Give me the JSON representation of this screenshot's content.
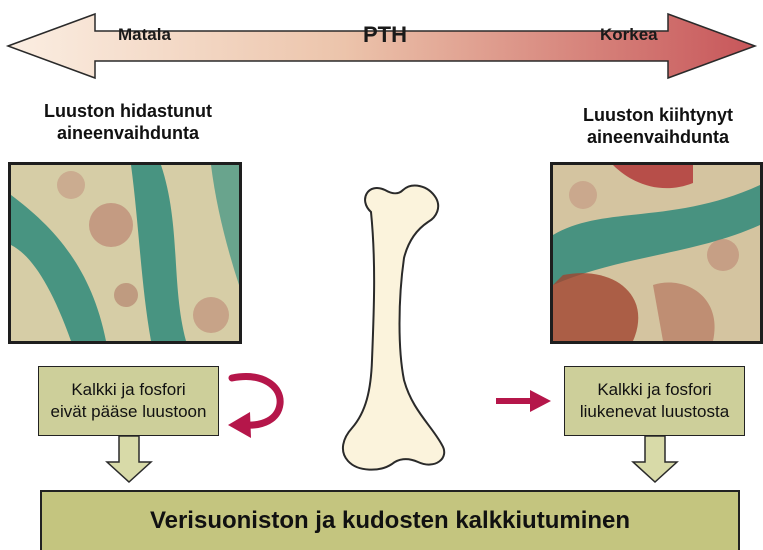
{
  "arrow": {
    "left_label": "Matala",
    "center_label": "PTH",
    "right_label": "Korkea"
  },
  "left": {
    "heading_line1": "Luuston hidastunut",
    "heading_line2": "aineenvaihdunta",
    "box_line1": "Kalkki ja fosfori",
    "box_line2": "eivät pääse luustoon"
  },
  "right": {
    "heading_line1": "Luuston kiihtynyt",
    "heading_line2": "aineenvaihdunta",
    "box_line1": "Kalkki ja fosfori",
    "box_line2": "liukenevat luustosta"
  },
  "banner": {
    "text": "Verisuoniston ja kudosten kalkkiutuminen"
  },
  "colors": {
    "arrow_light": "#f6e4d4",
    "arrow_dark": "#c7565a",
    "box_fill": "#cdcf9a",
    "banner_fill": "#c4c57f",
    "red_arrow": "#b5164a",
    "bone_fill": "#fbf3dc",
    "tissue_green": "#2f8a7a",
    "tissue_red": "#b23a3a"
  }
}
